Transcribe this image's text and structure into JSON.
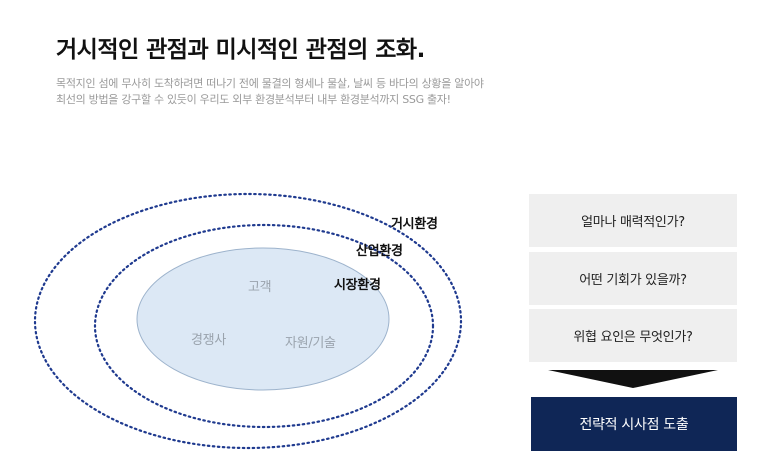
{
  "header": {
    "title": "거시적인 관점과 미시적인 관점의 조화.",
    "description_lines": [
      "목적지인 섬에 무사히 도착하려면 떠나기 전에 물결의 형세나 물살, 날씨 등 바다의 상황을 알아야",
      "최선의 방법을 강구할 수 있듯이 우리도 외부 환경분석부터 내부 환경분석까지 SSG 출자!"
    ]
  },
  "diagram": {
    "rings": {
      "macro": "거시환경",
      "industry": "산업환경",
      "market": "시장환경"
    },
    "inner": {
      "customer": "고객",
      "competitor": "경쟁사",
      "resource": "자원/기술"
    }
  },
  "questions": [
    "얼마나 매력적인가?",
    "어떤 기회가 있을까?",
    "위협 요인은 무엇인가?"
  ],
  "result": "전략적 시사점 도출",
  "colors": {
    "ring_dots": "#1f3a8f",
    "inner_fill": "#dce8f5",
    "result_bg": "#0f2656",
    "question_bg": "#efefef"
  }
}
